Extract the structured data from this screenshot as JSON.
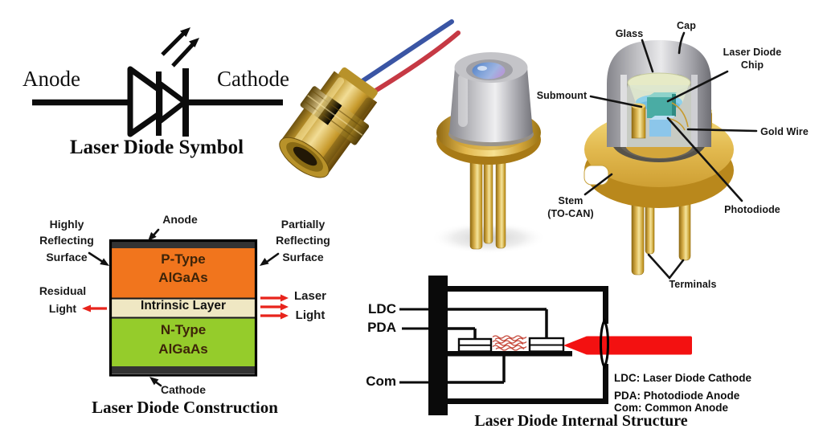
{
  "symbol": {
    "anode": "Anode",
    "cathode": "Cathode",
    "caption": "Laser Diode Symbol"
  },
  "tocan": {
    "glass": "Glass",
    "cap": "Cap",
    "chip_line1": "Laser Diode",
    "chip_line2": "Chip",
    "submount": "Submount",
    "gold_wire": "Gold Wire",
    "stem_line1": "Stem",
    "stem_line2": "(TO-CAN)",
    "photodiode": "Photodiode",
    "terminals": "Terminals"
  },
  "construction": {
    "highly_line1": "Highly",
    "highly_line2": "Reflecting",
    "highly_line3": "Surface",
    "anode": "Anode",
    "partially_line1": "Partially",
    "partially_line2": "Reflecting",
    "partially_line3": "Surface",
    "residual_line1": "Residual",
    "residual_line2": "Light",
    "laser_line1": "Laser",
    "laser_line2": "Light",
    "cathode": "Cathode",
    "layer_p_line1": "P-Type",
    "layer_p_line2": "AlGaAs",
    "layer_i": "Intrinsic Layer",
    "layer_n_line1": "N-Type",
    "layer_n_line2": "AlGaAs",
    "caption": "Laser Diode Construction"
  },
  "internal": {
    "pin_ldc": "LDC",
    "pin_pda": "PDA",
    "pin_com": "Com",
    "legend_line1": "LDC: Laser Diode Cathode",
    "legend_line2": "PDA: Photodiode Anode",
    "legend_line3": "Com: Common Anode",
    "caption": "Laser Diode Internal Structure"
  },
  "colors": {
    "p_type_orange": "#F1751D",
    "intrinsic_cream": "#EFE7C3",
    "n_type_green": "#95CC2B",
    "contact_dark": "#333333",
    "laser_red": "#F31111",
    "arrow_red": "#E8241C",
    "gold": "#D9A93C",
    "silver": "#BEBEC2",
    "wire_blue": "#3A55A4",
    "wire_red": "#C63944"
  }
}
